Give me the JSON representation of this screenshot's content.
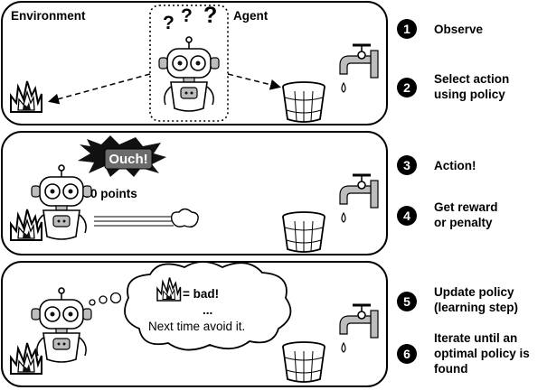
{
  "panel1": {
    "environment_label": "Environment",
    "agent_label": "Agent",
    "question_marks": [
      "?",
      "?",
      "?"
    ]
  },
  "panel2": {
    "shout": "Ouch!",
    "penalty": "-50 points"
  },
  "panel3": {
    "thought_bad": "= bad!",
    "thought_dots": "...",
    "thought_next": "Next time avoid it."
  },
  "steps": [
    {
      "number": "1",
      "lines": [
        "Observe"
      ]
    },
    {
      "number": "2",
      "lines": [
        "Select action",
        "using policy"
      ]
    },
    {
      "number": "3",
      "lines": [
        "Action!"
      ]
    },
    {
      "number": "4",
      "lines": [
        "Get reward",
        "or penalty"
      ]
    },
    {
      "number": "5",
      "lines": [
        "Update policy",
        "(learning step)"
      ]
    },
    {
      "number": "6",
      "lines": [
        "Iterate until an",
        "optimal policy is",
        "found"
      ]
    }
  ]
}
